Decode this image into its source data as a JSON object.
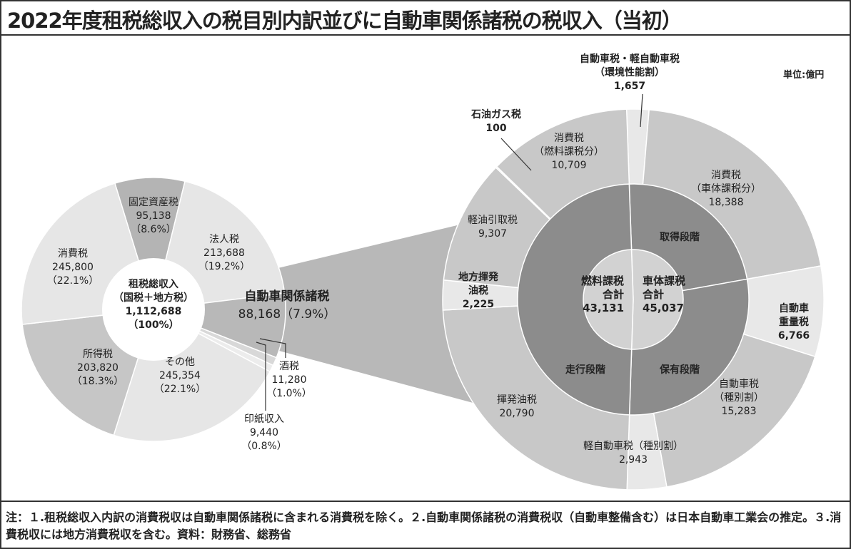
{
  "chart_data": [
    {
      "type": "pie",
      "title": "2022年度租税総収入の税目別内訳並びに自動車関係諸税の税収入（当初）",
      "unit": "単位:億円",
      "center_label": "租税総収入\n（国税＋地方税）\n1,112,688\n（100%）",
      "slices": [
        {
          "name": "固定資産税",
          "value": 95138,
          "pct": "8.6%",
          "label": "固定資産税\n95,138\n（8.6%）",
          "color": "#b4b4b4"
        },
        {
          "name": "法人税",
          "value": 213688,
          "pct": "19.2%",
          "label": "法人税\n213,688\n（19.2%）",
          "color": "#e6e6e6"
        },
        {
          "name": "自動車関係諸税",
          "value": 88168,
          "pct": "7.9%",
          "label": "自動車関係諸税",
          "value_label": "88,168（7.9%）",
          "color": "#b8b8b8"
        },
        {
          "name": "酒税",
          "value": 11280,
          "pct": "1.0%",
          "label": "酒税\n11,280\n（1.0%）",
          "color": "#d8d8d8"
        },
        {
          "name": "印紙収入",
          "value": 9440,
          "pct": "0.8%",
          "label": "印紙収入\n9,440\n（0.8%）",
          "color": "#ececec"
        },
        {
          "name": "その他",
          "value": 245354,
          "pct": "22.1%",
          "label": "その他\n245,354\n（22.1%）",
          "color": "#e6e6e6"
        },
        {
          "name": "所得税",
          "value": 203820,
          "pct": "18.3%",
          "label": "所得税\n203,820\n（18.3%）",
          "color": "#c6c6c6"
        },
        {
          "name": "消費税",
          "value": 245800,
          "pct": "22.1%",
          "label": "消費税\n245,800\n（22.1%）",
          "color": "#e6e6e6"
        }
      ]
    },
    {
      "type": "pie",
      "title": "自動車関係諸税",
      "inner": [
        {
          "name": "燃料課税",
          "label": "燃料課税\n合計\n43,131",
          "value": 43131
        },
        {
          "name": "車体課税",
          "label": "車体課税\n合計\n45,037",
          "value": 45037
        }
      ],
      "middle": [
        {
          "name": "取得段階",
          "value": 20045
        },
        {
          "name": "保有段階",
          "value": 24992
        },
        {
          "name": "走行段階",
          "value": 43131
        }
      ],
      "outer": [
        {
          "name": "自動車税・軽自動車税（環境性能割）",
          "label": "自動車税・軽自動車税\n（環境性能割）\n1,657",
          "value": 1657,
          "color": "#e8e8e8"
        },
        {
          "name": "消費税（車体課税分）",
          "label": "消費税\n（車体課税分）\n18,388",
          "value": 18388,
          "color": "#c8c8c8"
        },
        {
          "name": "自動車重量税",
          "label": "自動車\n重量税\n6,766",
          "value": 6766,
          "color": "#e8e8e8"
        },
        {
          "name": "自動車税（種別割）",
          "label": "自動車税\n（種別割）\n15,283",
          "value": 15283,
          "color": "#c8c8c8"
        },
        {
          "name": "軽自動車税（種別割）",
          "label": "軽自動車税（種別割）\n2,943",
          "value": 2943,
          "color": "#e8e8e8"
        },
        {
          "name": "揮発油税",
          "label": "揮発油税\n20,790",
          "value": 20790,
          "color": "#c8c8c8"
        },
        {
          "name": "地方揮発油税",
          "label": "地方揮発\n油税\n2,225",
          "value": 2225,
          "color": "#e8e8e8"
        },
        {
          "name": "軽油引取税",
          "label": "軽油引取税\n9,307",
          "value": 9307,
          "color": "#c8c8c8"
        },
        {
          "name": "石油ガス税",
          "label": "石油ガス税\n100",
          "value": 100,
          "color": "#e8e8e8"
        },
        {
          "name": "消費税（燃料課税分）",
          "label": "消費税\n（燃料課税分）\n10,709",
          "value": 10709,
          "color": "#c8c8c8"
        }
      ]
    }
  ],
  "note": "注：１.租税総収入内訳の消費税収は自動車関係諸税に含まれる消費税を除く。２.自動車関係諸税の消費税収（自動車整備含む）は日本自動車工業会の推定。３.消費税収には地方消費税収を含む。資料：財務省、総務省"
}
